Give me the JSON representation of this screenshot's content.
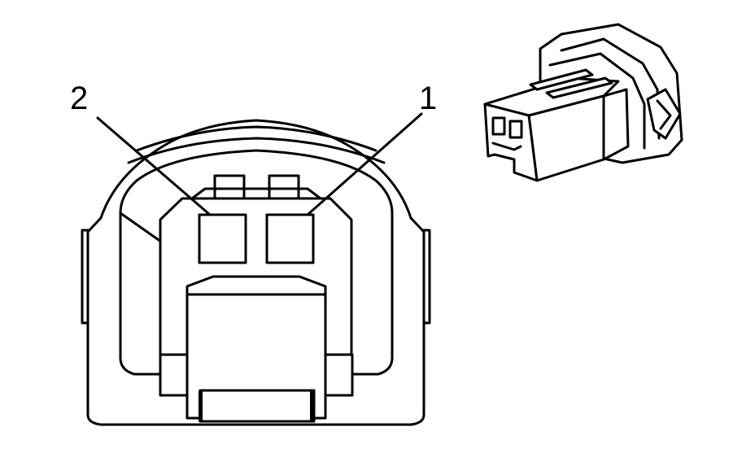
{
  "diagram": {
    "callouts": [
      {
        "id": "pin-2",
        "text": "2"
      },
      {
        "id": "pin-1",
        "text": "1"
      }
    ],
    "line_color": "#000000",
    "background": "#ffffff",
    "views": [
      "connector-face-view",
      "connector-isometric-view"
    ]
  }
}
